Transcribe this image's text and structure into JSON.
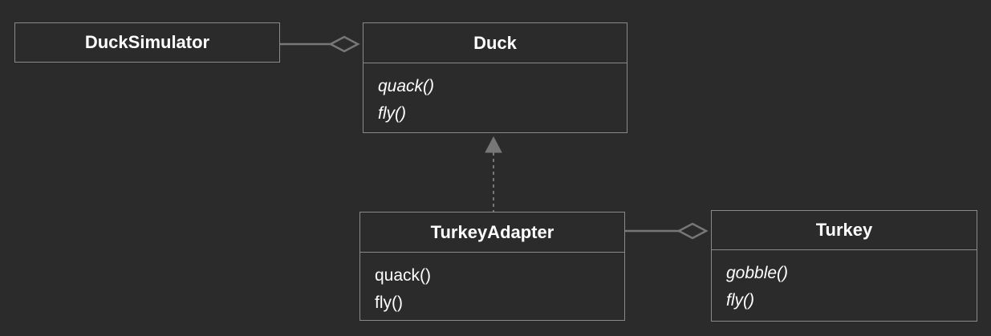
{
  "classes": {
    "duck_simulator": {
      "name": "DuckSimulator",
      "methods": []
    },
    "duck": {
      "name": "Duck",
      "methods": [
        "quack()",
        "fly()"
      ],
      "methods_italic": true
    },
    "turkey_adapter": {
      "name": "TurkeyAdapter",
      "methods": [
        "quack()",
        "fly()"
      ],
      "methods_italic": false
    },
    "turkey": {
      "name": "Turkey",
      "methods": [
        "gobble()",
        "fly()"
      ],
      "methods_italic": true
    }
  },
  "relationships": [
    {
      "from": "DuckSimulator",
      "to": "Duck",
      "type": "aggregation"
    },
    {
      "from": "TurkeyAdapter",
      "to": "Duck",
      "type": "realization"
    },
    {
      "from": "TurkeyAdapter",
      "to": "Turkey",
      "type": "aggregation"
    }
  ],
  "colors": {
    "background": "#2b2b2b",
    "border": "#8a8a8a",
    "connector": "#777777",
    "text": "#ffffff"
  }
}
